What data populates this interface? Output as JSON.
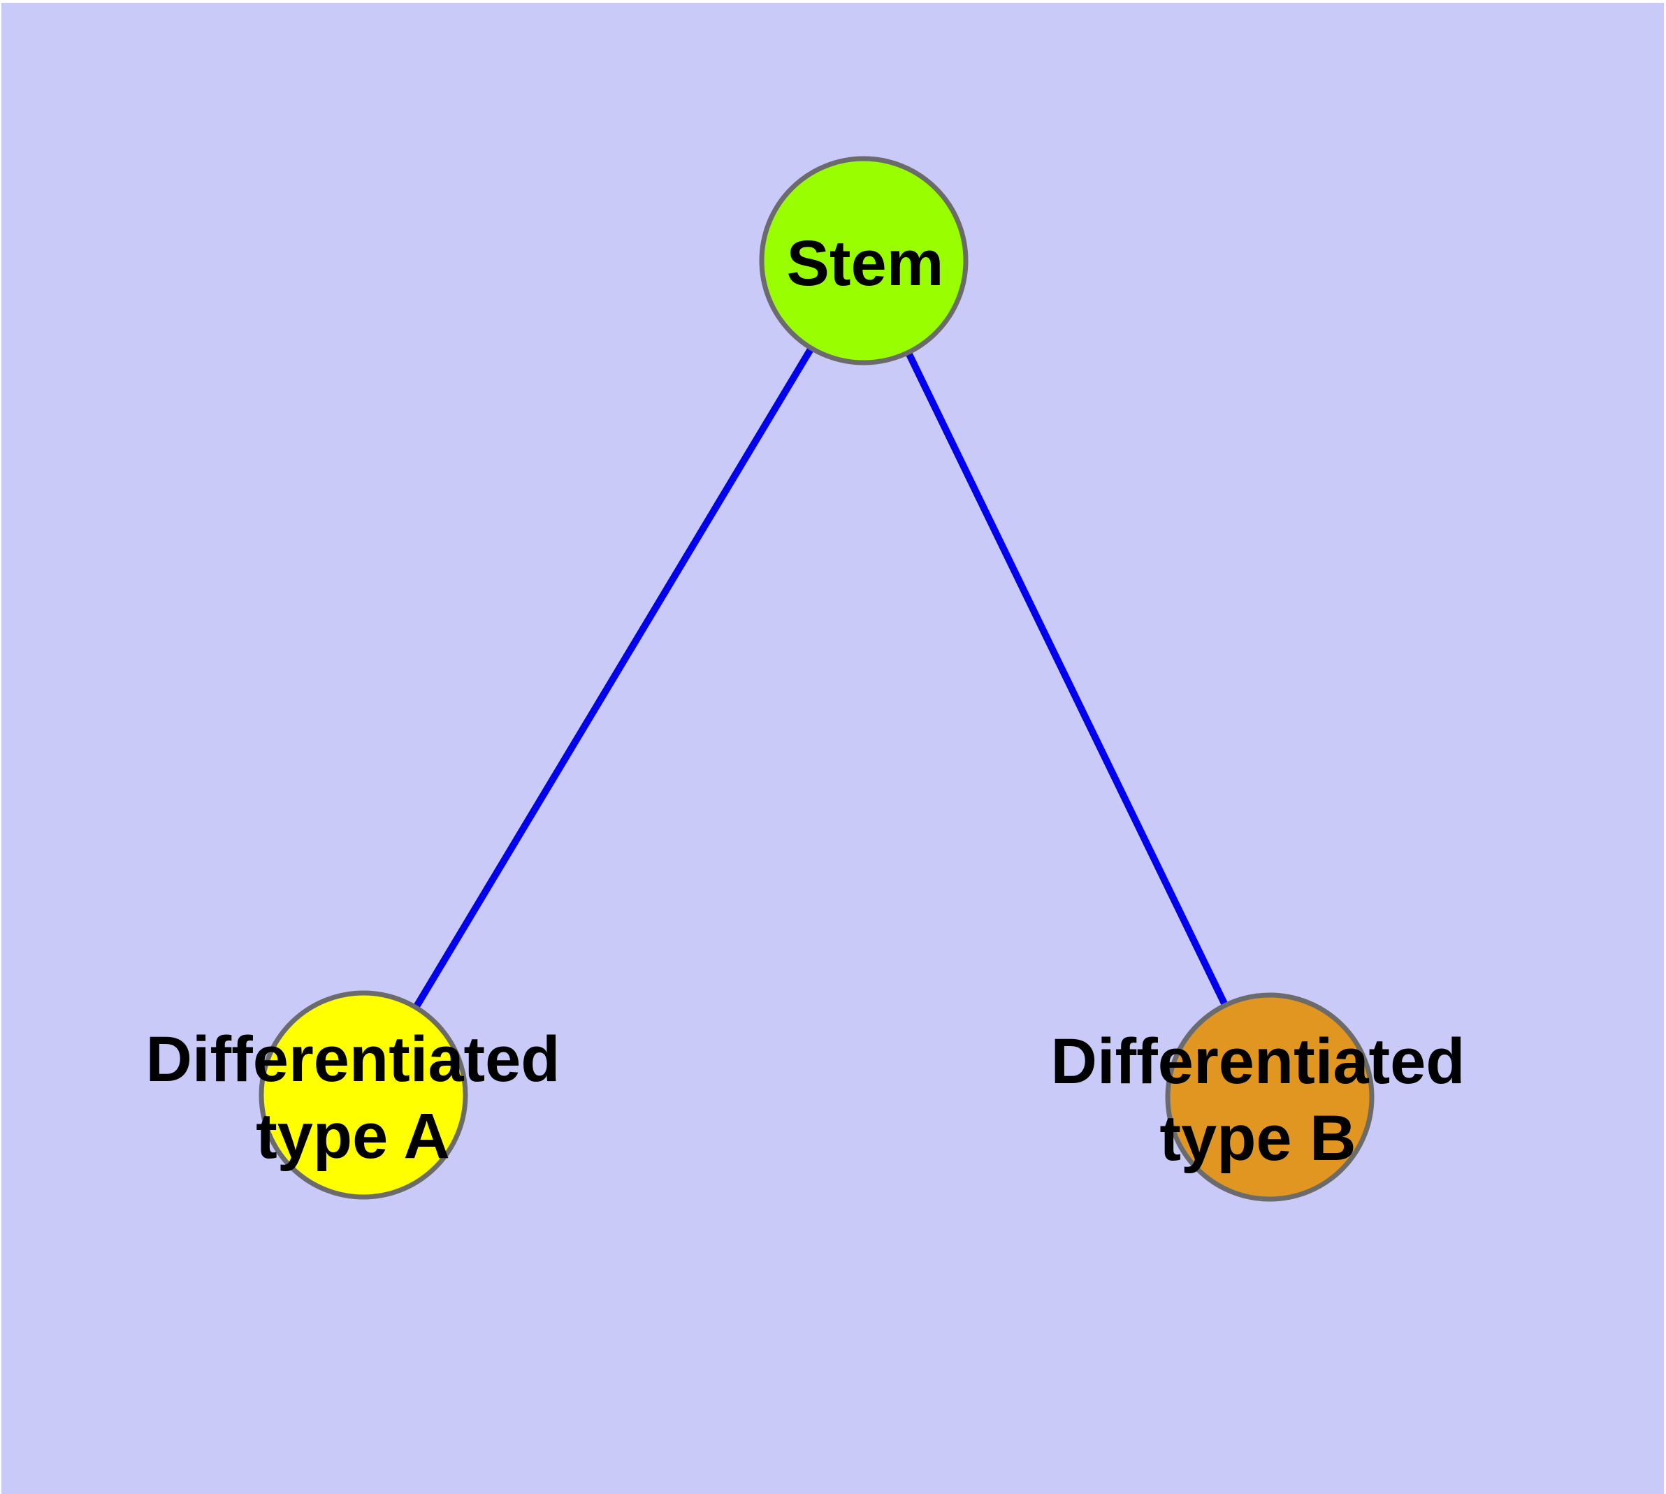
{
  "diagram": {
    "background_color": "#CACAF8",
    "edge_color": "#0000EE",
    "node_border_color": "#6B6B6B",
    "nodes": {
      "stem": {
        "label": "Stem",
        "color": "#99FE00"
      },
      "type_a": {
        "label": "Differentiated type A",
        "label_line1": "Differentiated",
        "label_line2": "type A",
        "color": "#FFFF00"
      },
      "type_b": {
        "label": "Differentiated type B",
        "label_line1": "Differentiated",
        "label_line2": "type B",
        "color": "#E09620"
      }
    },
    "edges": [
      {
        "from": "Stem",
        "to": "Differentiated type A"
      },
      {
        "from": "Stem",
        "to": "Differentiated type B"
      }
    ]
  }
}
